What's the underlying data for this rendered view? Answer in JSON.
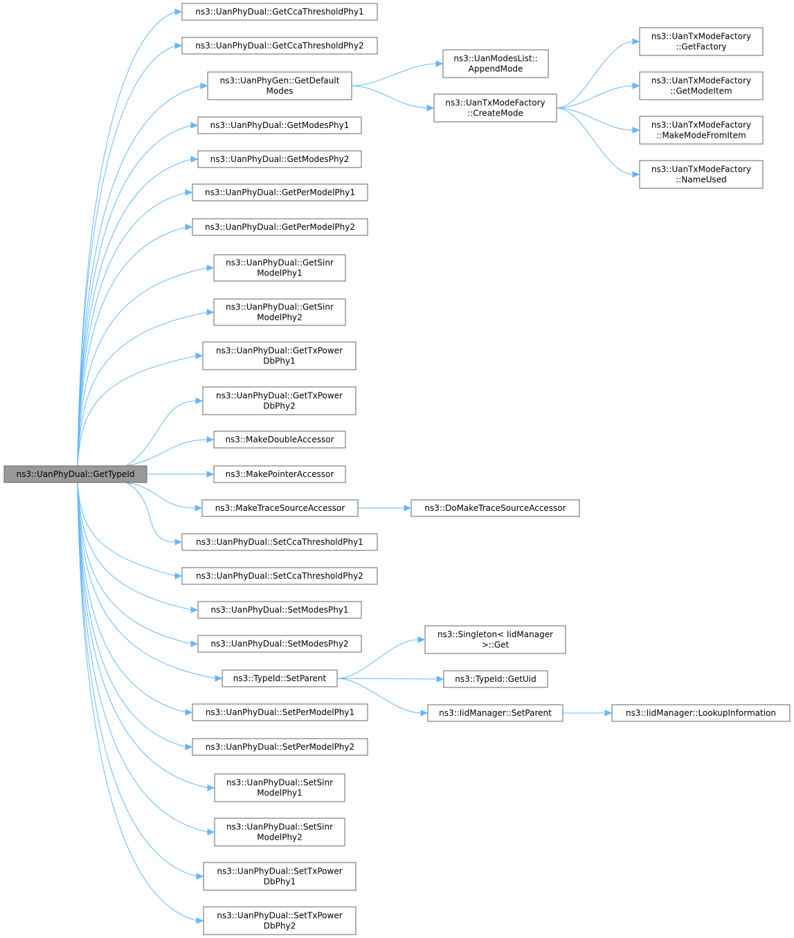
{
  "graph": {
    "colors": {
      "node_fill": "#ffffff",
      "node_stroke": "#666666",
      "root_fill": "#999999",
      "edge": "#63b8ff",
      "text": "#000000"
    },
    "nodes": [
      {
        "id": "root",
        "lines": [
          "ns3::UanPhyDual::GetTypeId"
        ],
        "root": true
      },
      {
        "id": "n1",
        "lines": [
          "ns3::UanPhyDual::GetCcaThresholdPhy1"
        ]
      },
      {
        "id": "n2",
        "lines": [
          "ns3::UanPhyDual::GetCcaThresholdPhy2"
        ]
      },
      {
        "id": "n3",
        "lines": [
          "ns3::UanPhyGen::GetDefault",
          "Modes"
        ]
      },
      {
        "id": "n4",
        "lines": [
          "ns3::UanPhyDual::GetModesPhy1"
        ]
      },
      {
        "id": "n5",
        "lines": [
          "ns3::UanPhyDual::GetModesPhy2"
        ]
      },
      {
        "id": "n6",
        "lines": [
          "ns3::UanPhyDual::GetPerModelPhy1"
        ]
      },
      {
        "id": "n7",
        "lines": [
          "ns3::UanPhyDual::GetPerModelPhy2"
        ]
      },
      {
        "id": "n8",
        "lines": [
          "ns3::UanPhyDual::GetSinr",
          "ModelPhy1"
        ]
      },
      {
        "id": "n9",
        "lines": [
          "ns3::UanPhyDual::GetSinr",
          "ModelPhy2"
        ]
      },
      {
        "id": "n10",
        "lines": [
          "ns3::UanPhyDual::GetTxPower",
          "DbPhy1"
        ]
      },
      {
        "id": "n11",
        "lines": [
          "ns3::UanPhyDual::GetTxPower",
          "DbPhy2"
        ]
      },
      {
        "id": "n12",
        "lines": [
          "ns3::MakeDoubleAccessor"
        ]
      },
      {
        "id": "n13",
        "lines": [
          "ns3::MakePointerAccessor"
        ]
      },
      {
        "id": "n14",
        "lines": [
          "ns3::MakeTraceSourceAccessor"
        ]
      },
      {
        "id": "n15",
        "lines": [
          "ns3::UanPhyDual::SetCcaThresholdPhy1"
        ]
      },
      {
        "id": "n16",
        "lines": [
          "ns3::UanPhyDual::SetCcaThresholdPhy2"
        ]
      },
      {
        "id": "n17",
        "lines": [
          "ns3::UanPhyDual::SetModesPhy1"
        ]
      },
      {
        "id": "n18",
        "lines": [
          "ns3::UanPhyDual::SetModesPhy2"
        ]
      },
      {
        "id": "n19",
        "lines": [
          "ns3::TypeId::SetParent"
        ]
      },
      {
        "id": "n20",
        "lines": [
          "ns3::UanPhyDual::SetPerModelPhy1"
        ]
      },
      {
        "id": "n21",
        "lines": [
          "ns3::UanPhyDual::SetPerModelPhy2"
        ]
      },
      {
        "id": "n22",
        "lines": [
          "ns3::UanPhyDual::SetSinr",
          "ModelPhy1"
        ]
      },
      {
        "id": "n23",
        "lines": [
          "ns3::UanPhyDual::SetSinr",
          "ModelPhy2"
        ]
      },
      {
        "id": "n24",
        "lines": [
          "ns3::UanPhyDual::SetTxPower",
          "DbPhy1"
        ]
      },
      {
        "id": "n25",
        "lines": [
          "ns3::UanPhyDual::SetTxPower",
          "DbPhy2"
        ]
      },
      {
        "id": "m1",
        "lines": [
          "ns3::UanModesList::",
          "AppendMode"
        ]
      },
      {
        "id": "m2",
        "lines": [
          "ns3::UanTxModeFactory",
          "::CreateMode"
        ]
      },
      {
        "id": "f1",
        "lines": [
          "ns3::UanTxModeFactory",
          "::GetFactory"
        ]
      },
      {
        "id": "f2",
        "lines": [
          "ns3::UanTxModeFactory",
          "::GetModeItem"
        ]
      },
      {
        "id": "f3",
        "lines": [
          "ns3::UanTxModeFactory",
          "::MakeModeFromItem"
        ]
      },
      {
        "id": "f4",
        "lines": [
          "ns3::UanTxModeFactory",
          "::NameUsed"
        ]
      },
      {
        "id": "t1",
        "lines": [
          "ns3::DoMakeTraceSourceAccessor"
        ]
      },
      {
        "id": "s1",
        "lines": [
          "ns3::Singleton< IidManager",
          " >::Get"
        ]
      },
      {
        "id": "s2",
        "lines": [
          "ns3::TypeId::GetUid"
        ]
      },
      {
        "id": "s3",
        "lines": [
          "ns3::IidManager::SetParent"
        ]
      },
      {
        "id": "s4",
        "lines": [
          "ns3::IidManager::LookupInformation"
        ]
      }
    ],
    "edges": [
      [
        "root",
        "n1"
      ],
      [
        "root",
        "n2"
      ],
      [
        "root",
        "n3"
      ],
      [
        "root",
        "n4"
      ],
      [
        "root",
        "n5"
      ],
      [
        "root",
        "n6"
      ],
      [
        "root",
        "n7"
      ],
      [
        "root",
        "n8"
      ],
      [
        "root",
        "n9"
      ],
      [
        "root",
        "n10"
      ],
      [
        "root",
        "n11"
      ],
      [
        "root",
        "n12"
      ],
      [
        "root",
        "n13"
      ],
      [
        "root",
        "n14"
      ],
      [
        "root",
        "n15"
      ],
      [
        "root",
        "n16"
      ],
      [
        "root",
        "n17"
      ],
      [
        "root",
        "n18"
      ],
      [
        "root",
        "n19"
      ],
      [
        "root",
        "n20"
      ],
      [
        "root",
        "n21"
      ],
      [
        "root",
        "n22"
      ],
      [
        "root",
        "n23"
      ],
      [
        "root",
        "n24"
      ],
      [
        "root",
        "n25"
      ],
      [
        "n3",
        "m1"
      ],
      [
        "n3",
        "m2"
      ],
      [
        "m2",
        "f1"
      ],
      [
        "m2",
        "f2"
      ],
      [
        "m2",
        "f3"
      ],
      [
        "m2",
        "f4"
      ],
      [
        "n14",
        "t1"
      ],
      [
        "n19",
        "s1"
      ],
      [
        "n19",
        "s2"
      ],
      [
        "n19",
        "s3"
      ],
      [
        "s3",
        "s4"
      ]
    ]
  }
}
